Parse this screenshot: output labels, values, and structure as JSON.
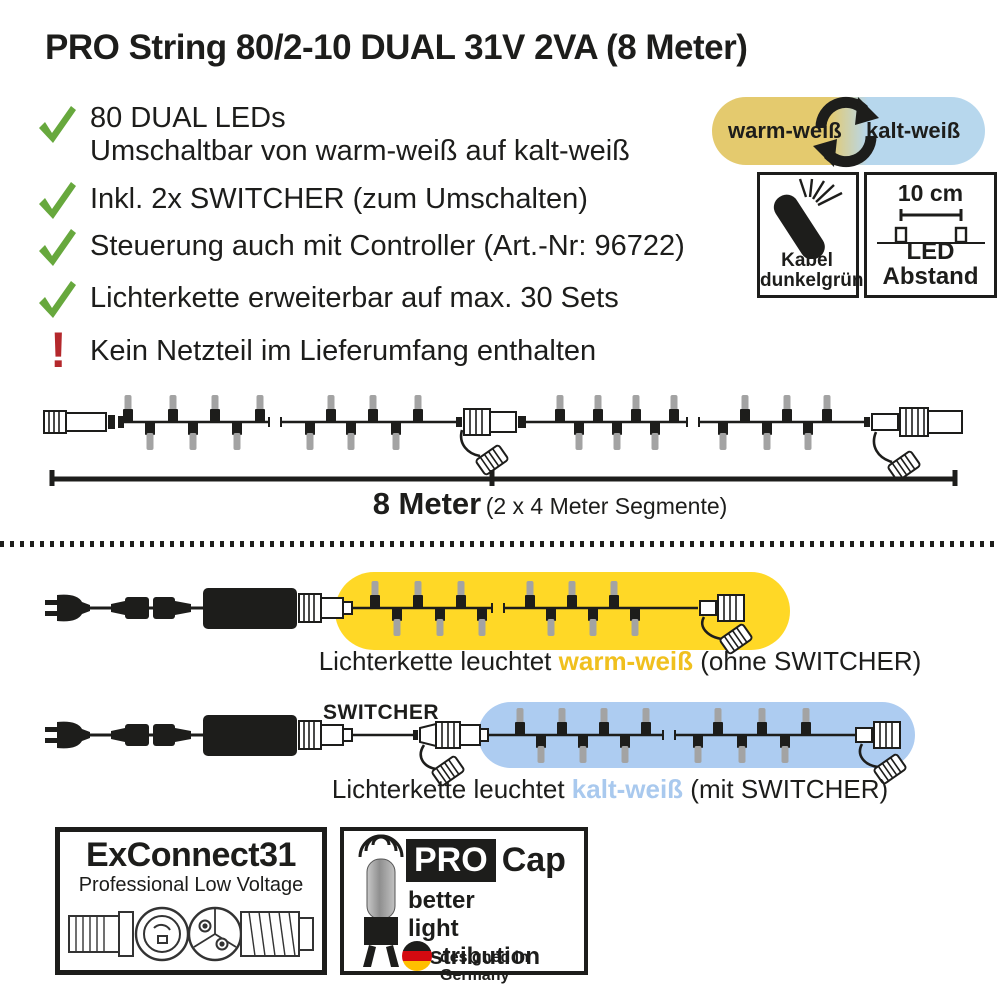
{
  "colors": {
    "warm_badge": "#e4ca6e",
    "cold_badge": "#b7d7ed",
    "warm_highlight": "#ffd826",
    "cold_highlight": "#adccf1",
    "warm_text": "#f0c01e",
    "cold_text": "#a9c9ee",
    "check_green": "#67a83d",
    "alert_red": "#b4282c",
    "flag_black": "#1d1d1b",
    "flag_red": "#d40a10",
    "flag_gold": "#ffbf00"
  },
  "title": "PRO String 80/2-10 DUAL 31V 2VA (8 Meter)",
  "features": [
    {
      "icon": "check-icon",
      "lines": [
        "80 DUAL LEDs",
        "Umschaltbar von warm-weiß auf kalt-weiß"
      ]
    },
    {
      "icon": "check-icon",
      "lines": [
        "Inkl. 2x SWITCHER (zum Umschalten)"
      ]
    },
    {
      "icon": "check-icon",
      "lines": [
        "Steuerung auch mit Controller (Art.-Nr: 96722)"
      ]
    },
    {
      "icon": "check-icon",
      "lines": [
        "Lichterkette erweiterbar auf max. 30 Sets"
      ]
    },
    {
      "icon": "exclamation-icon",
      "lines": [
        "Kein Netzteil im Lieferumfang enthalten"
      ]
    }
  ],
  "color_switch_badge": {
    "warm_label": "warm-weiß",
    "cold_label": "kalt-weiß"
  },
  "info_boxes": {
    "cable": {
      "line1": "Kabel",
      "line2": "dunkelgrün"
    },
    "led_spacing": {
      "distance": "10 cm",
      "line1": "LED",
      "line2": "Abstand"
    }
  },
  "length_measure": {
    "value": "8 Meter",
    "note": "(2 x 4 Meter Segmente)"
  },
  "diagrams": [
    {
      "prefix": "Lichterkette leuchtet",
      "mode": "warm-weiß",
      "suffix": "(ohne SWITCHER)"
    },
    {
      "switcher_label": "SWITCHER",
      "prefix": "Lichterkette leuchtet",
      "mode": "kalt-weiß",
      "suffix": "(mit SWITCHER)"
    }
  ],
  "footer_badges": {
    "exconnect": {
      "title": "ExConnect31",
      "subtitle": "Professional Low Voltage"
    },
    "procap": {
      "pro": "PRO",
      "cap": "Cap",
      "line1": "better",
      "line2": "light distribution",
      "note": "designed in Germany"
    }
  }
}
